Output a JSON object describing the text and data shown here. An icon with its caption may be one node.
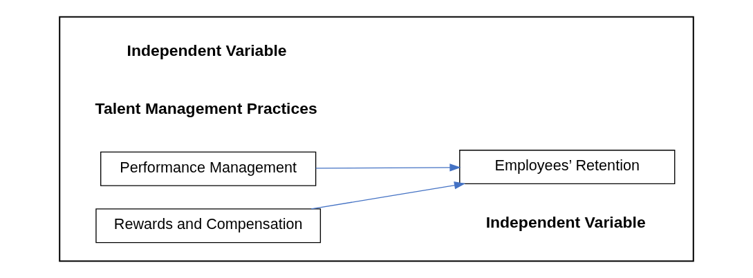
{
  "diagram": {
    "nodes": [
      {
        "text": [],
        "shape": "box"
      },
      {
        "text": [
          "Performance Management"
        ],
        "in": 0
      },
      {
        "text": [
          "Rewards and Compensation"
        ],
        "in": 0
      },
      {
        "text": [
          "Employees’ Retention"
        ],
        "in": 0
      }
    ],
    "edges": [
      {
        "from": 1,
        "to": 3,
        "arrow": "to",
        "color": "#4472c4"
      },
      {
        "from": 2,
        "to": 3,
        "arrow": "to",
        "color": "#4472c4"
      }
    ],
    "labels": [
      "Independent Variable",
      "Independent Variable",
      "Talent Management Practices"
    ]
  }
}
